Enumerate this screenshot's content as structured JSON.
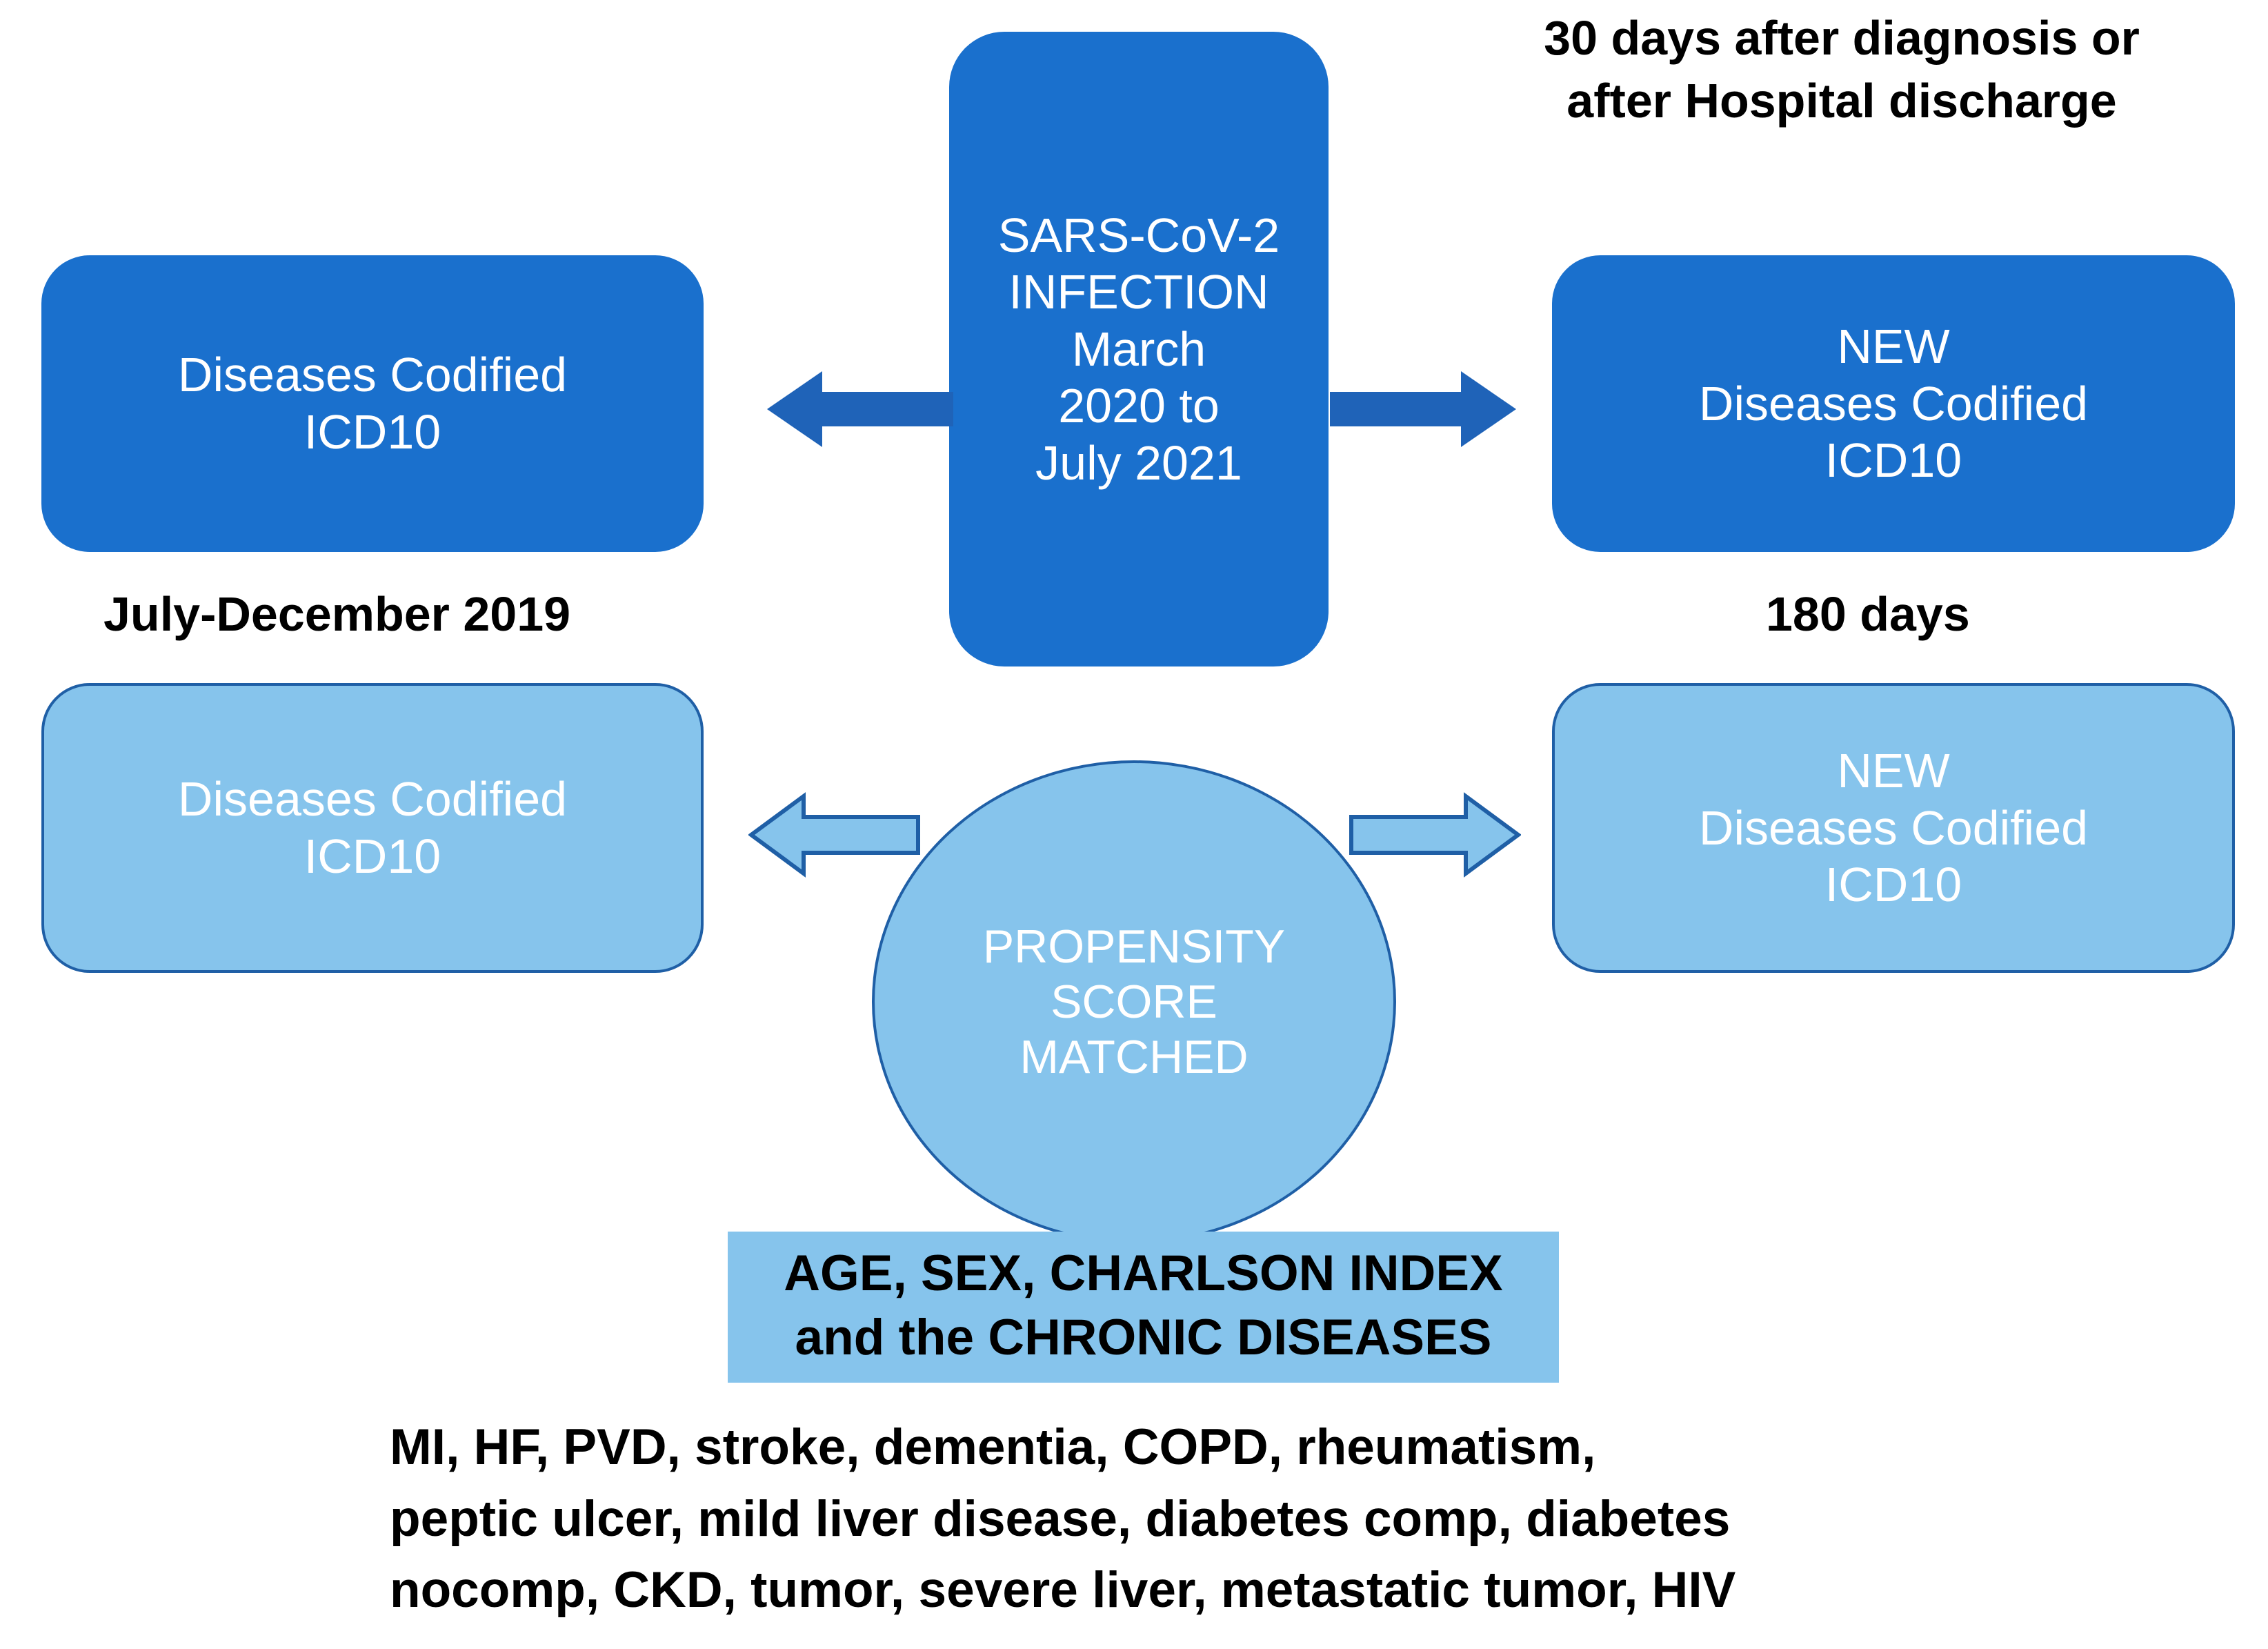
{
  "colors": {
    "dark_blue": "#1a70cd",
    "light_blue": "#86c4ec",
    "outline_blue": "#1f5fa6",
    "text_white": "#ffffff",
    "text_black": "#000000",
    "background": "#ffffff"
  },
  "top_note": "30 days after diagnosis or\nafter Hospital discharge",
  "center": {
    "infection_box": "SARS-CoV-2\nINFECTION\nMarch\n2020 to\nJuly 2021",
    "psm_ellipse": "PROPENSITY\nSCORE\nMATCHED"
  },
  "top_row": {
    "left_box": "Diseases Codified\nICD10",
    "left_caption": "July-December 2019",
    "right_box": "NEW\nDiseases Codified\nICD10",
    "right_caption": "180 days"
  },
  "bottom_row": {
    "left_box": "Diseases Codified\nICD10",
    "right_box": "NEW\nDiseases Codified\nICD10"
  },
  "arrows": {
    "top_left": "arrow-left",
    "top_right": "arrow-right",
    "bottom_left": "arrow-left",
    "bottom_right": "arrow-right"
  },
  "covariates_banner": "AGE, SEX, CHARLSON INDEX\nand the CHRONIC DISEASES",
  "disease_list": [
    "MI, HF, PVD, stroke, dementia, COPD, rheumatism,",
    "peptic ulcer, mild liver disease, diabetes comp, diabetes",
    "nocomp, CKD, tumor, severe liver, metastatic tumor, HIV"
  ]
}
